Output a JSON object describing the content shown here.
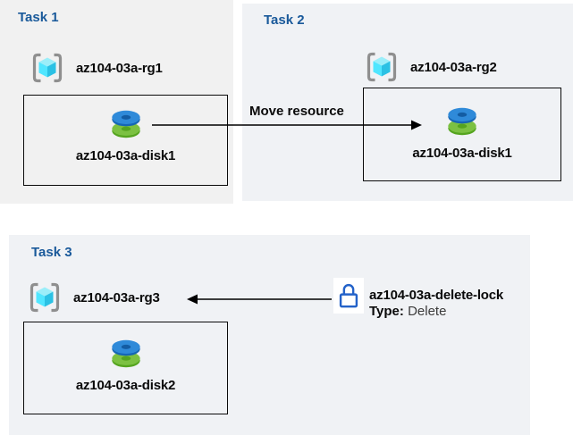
{
  "tasks": [
    {
      "title": "Task 1",
      "resource_group": "az104-03a-rg1",
      "disk": "az104-03a-disk1"
    },
    {
      "title": "Task 2",
      "resource_group": "az104-03a-rg2",
      "disk": "az104-03a-disk1"
    },
    {
      "title": "Task 3",
      "resource_group": "az104-03a-rg3",
      "disk": "az104-03a-disk2"
    }
  ],
  "move_arrow": {
    "label": "Move resource"
  },
  "lock": {
    "name": "az104-03a-delete-lock",
    "type_label": "Type:",
    "type_value": "Delete"
  },
  "icons": {
    "resource_group": "resource-group-icon",
    "disk": "managed-disk-icon",
    "lock": "lock-icon"
  },
  "colors": {
    "panel_task1_bg": "#f1f1f1",
    "panel_task2_bg": "#f0f2f5",
    "panel_task3_bg": "#f0f2f5",
    "title_blue": "#19599a",
    "label_black": "#0a0a0a",
    "arrow_black": "#000000",
    "lock_blue": "#2362c9",
    "disk_top_blue": "#2f8ad9",
    "disk_bottom_green": "#7cc142",
    "cube_cyan": "#50e6ff",
    "bracket_gray": "#8f8f8f"
  }
}
